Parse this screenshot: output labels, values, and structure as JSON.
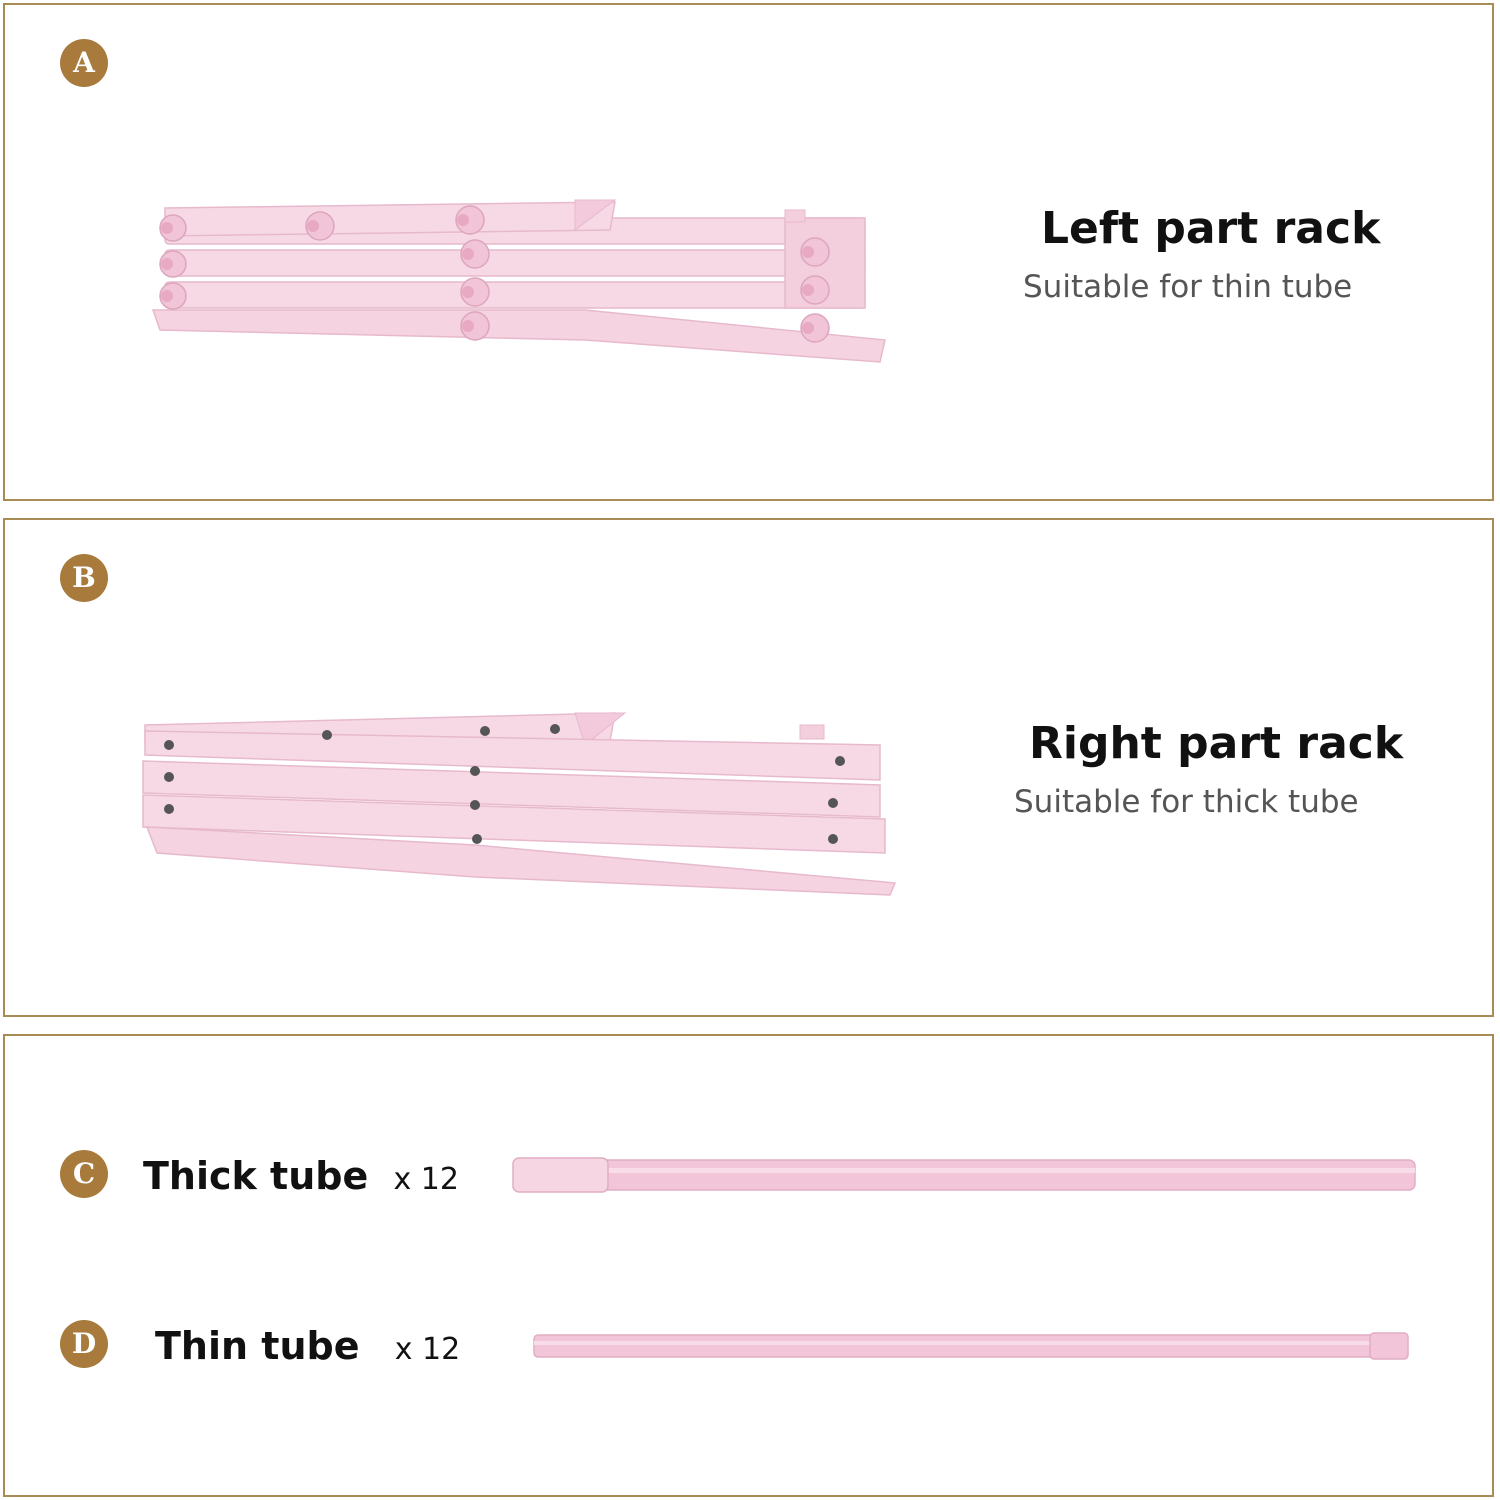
{
  "items": [
    {
      "badge": "A",
      "title": "Left part rack",
      "subtitle": "Suitable for thin tube"
    },
    {
      "badge": "B",
      "title": "Right part rack",
      "subtitle": "Suitable for thick tube"
    },
    {
      "badge": "C",
      "title": "Thick tube",
      "quantity": "x 12"
    },
    {
      "badge": "D",
      "title": "Thin tube",
      "quantity": "x 12"
    }
  ],
  "colors": {
    "border": "#a88c55",
    "badge": "#a87a3c",
    "rack_pink": "#f6d4e2",
    "rack_pink_dark": "#e8b6cb"
  },
  "icons": [
    "pink-left-rack-illustration",
    "pink-right-rack-illustration",
    "thick-tube-illustration",
    "thin-tube-illustration"
  ]
}
